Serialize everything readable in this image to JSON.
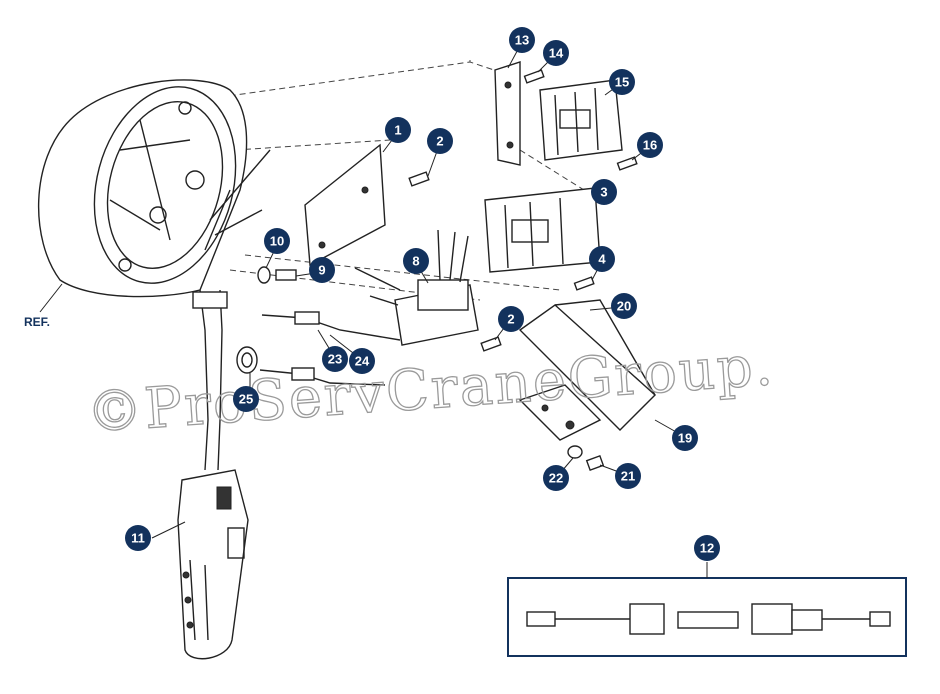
{
  "ref_label": "REF.",
  "watermark": "©ProServCraneGroup.",
  "callouts": [
    "1",
    "2",
    "3",
    "4",
    "8",
    "9",
    "10",
    "11",
    "12",
    "13",
    "14",
    "15",
    "16",
    "19",
    "20",
    "21",
    "22",
    "23",
    "24",
    "25",
    "2"
  ],
  "colors": {
    "callout": "#13325d",
    "kit_box": "#13325d",
    "lines": "#222222"
  }
}
